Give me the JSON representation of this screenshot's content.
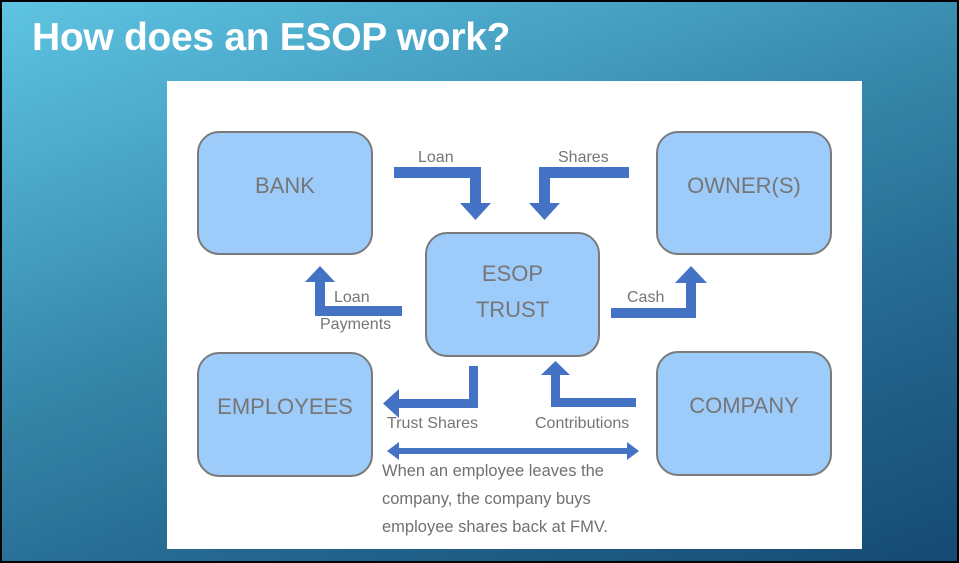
{
  "slide": {
    "title": "How does an ESOP work?"
  },
  "diagram": {
    "nodes": {
      "bank": "BANK",
      "owners": "OWNER(S)",
      "esop_line1": "ESOP",
      "esop_line2": "TRUST",
      "employees": "EMPLOYEES",
      "company": "COMPANY"
    },
    "flows": {
      "loan": "Loan",
      "shares": "Shares",
      "loan_payments_line1": "Loan",
      "loan_payments_line2": "Payments",
      "cash": "Cash",
      "trust_shares": "Trust Shares",
      "contributions": "Contributions"
    },
    "note": "When an employee leaves the company, the company buys employee shares back at FMV.",
    "colors": {
      "arrow": "#4472c4",
      "box_fill": "#9dcbfa",
      "box_border": "#7a7a7a",
      "text": "#767676"
    }
  }
}
